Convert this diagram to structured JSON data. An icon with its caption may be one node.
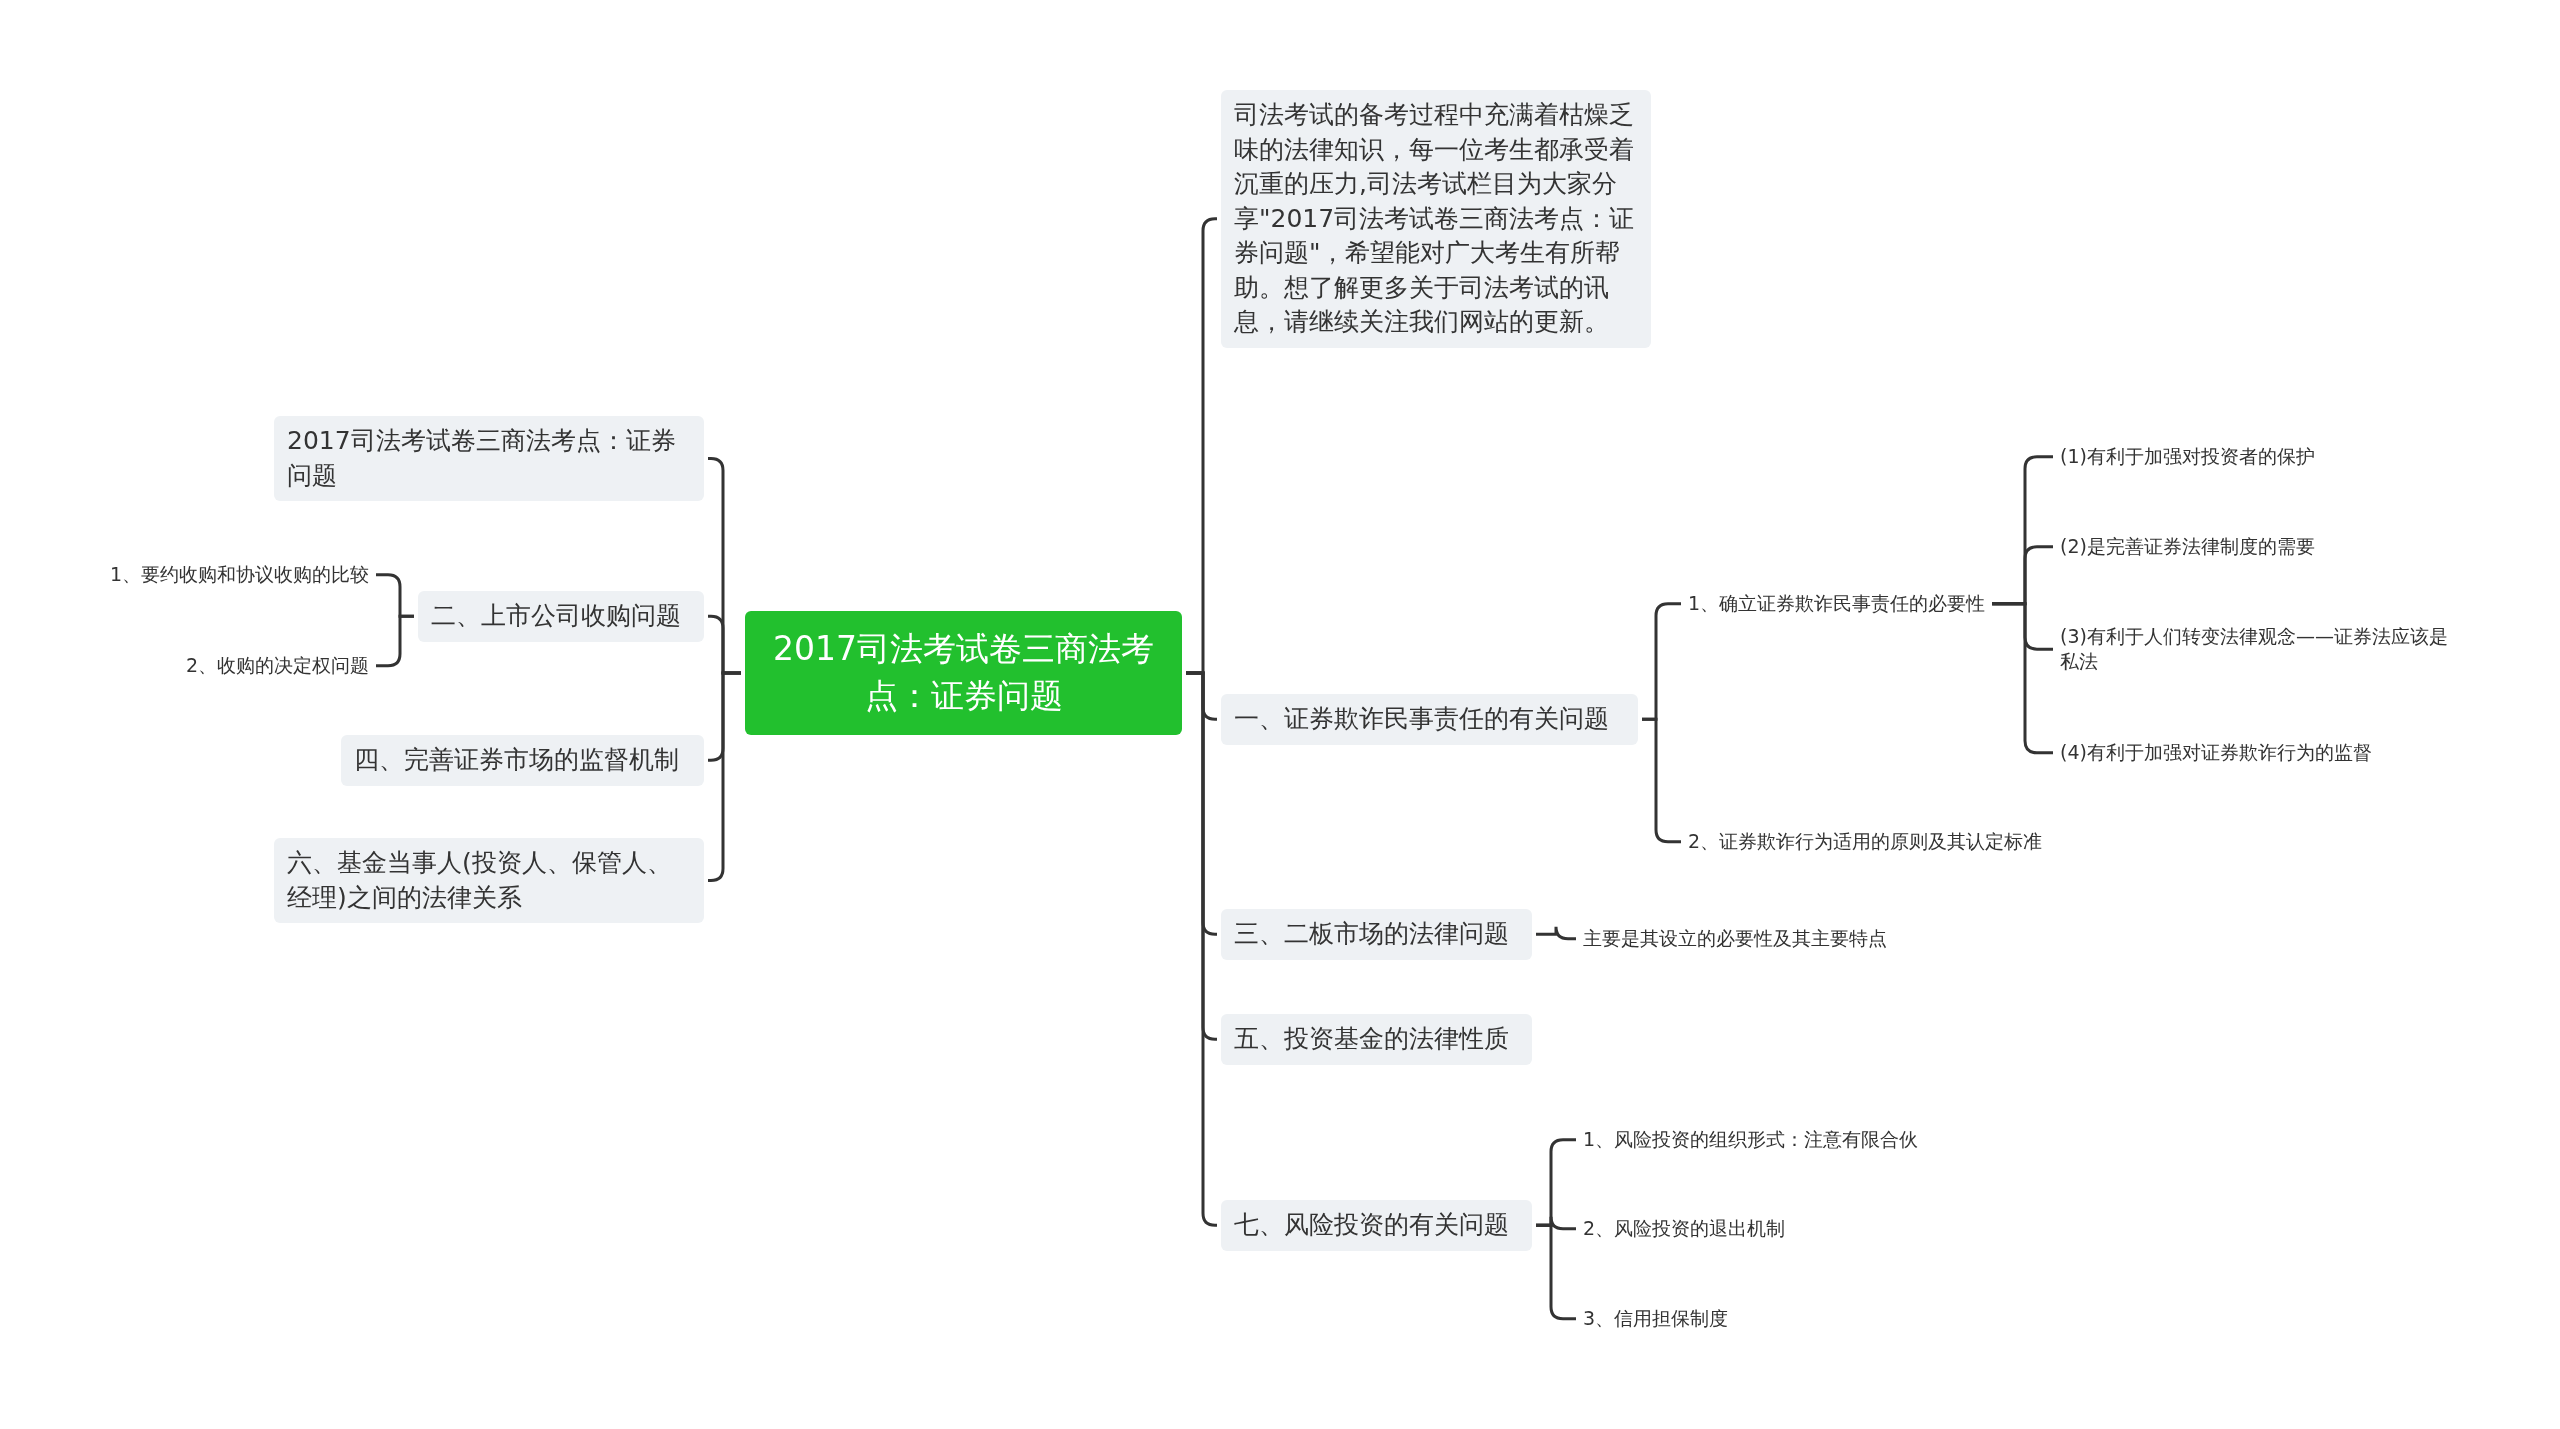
{
  "diagram": {
    "nodes": [
      {
        "text": [
          "2017司法考试卷三商法考点：证券问题"
        ]
      },
      {
        "text": [
          "司法考试的备考过程中充满着枯燥乏味的法律知识，每一位考生都承受着沉重的压力,司法考试栏目为大家分享\"2017司法考试卷三商法考点：证券问题\"，希望能对广大考生有所帮助。想了解更多关于司法考试的讯息，请继续关注我们网站的更新。"
        ]
      },
      {
        "text": [
          "一、证券欺诈民事责任的有关问题"
        ]
      },
      {
        "text": [
          "1、确立证券欺诈民事责任的必要性"
        ]
      },
      {
        "text": [
          "(1)有利于加强对投资者的保护"
        ]
      },
      {
        "text": [
          "(2)是完善证券法律制度的需要"
        ]
      },
      {
        "text": [
          "(3)有利于人们转变法律观念——证券法应该是私法"
        ]
      },
      {
        "text": [
          "(4)有利于加强对证券欺诈行为的监督"
        ]
      },
      {
        "text": [
          "2、证券欺诈行为适用的原则及其认定标准"
        ]
      },
      {
        "text": [
          "三、二板市场的法律问题"
        ]
      },
      {
        "text": [
          "主要是其设立的必要性及其主要特点"
        ]
      },
      {
        "text": [
          "五、投资基金的法律性质"
        ]
      },
      {
        "text": [
          "七、风险投资的有关问题"
        ]
      },
      {
        "text": [
          "1、风险投资的组织形式：注意有限合伙"
        ]
      },
      {
        "text": [
          "2、风险投资的退出机制"
        ]
      },
      {
        "text": [
          "3、信用担保制度"
        ]
      },
      {
        "text": [
          "2017司法考试卷三商法考点：证券问题"
        ]
      },
      {
        "text": [
          "二、上市公司收购问题"
        ]
      },
      {
        "text": [
          "1、要约收购和协议收购的比较"
        ]
      },
      {
        "text": [
          "2、收购的决定权问题"
        ]
      },
      {
        "text": [
          "四、完善证券市场的监督机制"
        ]
      },
      {
        "text": [
          "六、基金当事人(投资人、保管人、经理)之间的法律关系"
        ]
      }
    ],
    "edges": [
      {
        "from": 0,
        "to": 1,
        "arrow": "none"
      },
      {
        "from": 0,
        "to": 2,
        "arrow": "none"
      },
      {
        "from": 2,
        "to": 3,
        "arrow": "none"
      },
      {
        "from": 3,
        "to": 4,
        "arrow": "none"
      },
      {
        "from": 3,
        "to": 5,
        "arrow": "none"
      },
      {
        "from": 3,
        "to": 6,
        "arrow": "none"
      },
      {
        "from": 3,
        "to": 7,
        "arrow": "none"
      },
      {
        "from": 2,
        "to": 8,
        "arrow": "none"
      },
      {
        "from": 0,
        "to": 9,
        "arrow": "none"
      },
      {
        "from": 9,
        "to": 10,
        "arrow": "none"
      },
      {
        "from": 0,
        "to": 11,
        "arrow": "none"
      },
      {
        "from": 0,
        "to": 12,
        "arrow": "none"
      },
      {
        "from": 12,
        "to": 13,
        "arrow": "none"
      },
      {
        "from": 12,
        "to": 14,
        "arrow": "none"
      },
      {
        "from": 12,
        "to": 15,
        "arrow": "none"
      },
      {
        "from": 0,
        "to": 16,
        "arrow": "none"
      },
      {
        "from": 0,
        "to": 17,
        "arrow": "none"
      },
      {
        "from": 17,
        "to": 18,
        "arrow": "none"
      },
      {
        "from": 17,
        "to": 19,
        "arrow": "none"
      },
      {
        "from": 0,
        "to": 20,
        "arrow": "none"
      },
      {
        "from": 0,
        "to": 21,
        "arrow": "none"
      }
    ]
  }
}
